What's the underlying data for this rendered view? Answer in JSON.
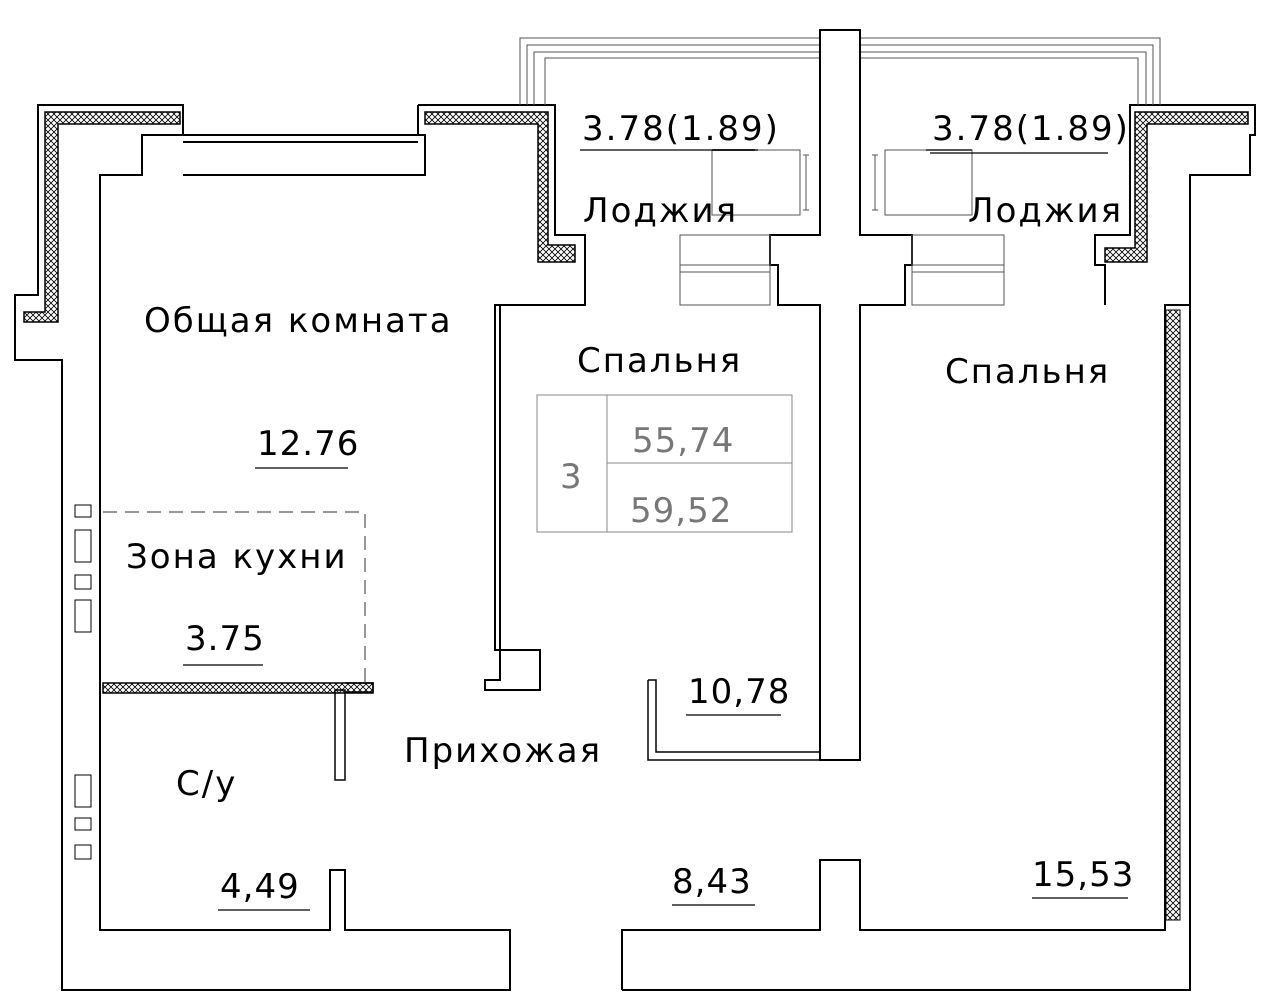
{
  "rooms": {
    "living_room": {
      "name": "Общая комната",
      "area": "12.76"
    },
    "kitchen_zone": {
      "name": "Зона кухни",
      "area": "3.75"
    },
    "bathroom": {
      "name": "С/у",
      "area": "4,49"
    },
    "hallway": {
      "name": "Прихожая",
      "area": "8,43"
    },
    "bedroom_middle": {
      "name": "Спальня",
      "area": "10,78"
    },
    "bedroom_right": {
      "name": "Спальня",
      "area": "15,53"
    },
    "loggia_left": {
      "name": "Лоджия",
      "area": "3.78(1.89)"
    },
    "loggia_right": {
      "name": "Лоджия",
      "area": "3.78(1.89)"
    }
  },
  "summary": {
    "rooms_count": "3",
    "living_area": "55,74",
    "total_area": "59,52"
  },
  "colors": {
    "wall": "#000000",
    "label_grey": "#777777",
    "table_border": "#888888"
  }
}
